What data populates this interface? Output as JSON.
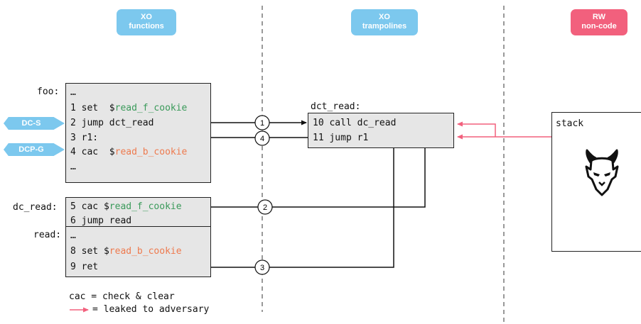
{
  "headers": {
    "xo_functions": {
      "line1": "XO",
      "line2": "functions"
    },
    "xo_trampolines": {
      "line1": "XO",
      "line2": "trampolines"
    },
    "rw_noncode": {
      "line1": "RW",
      "line2": "non-code"
    }
  },
  "foo": {
    "label": "foo:",
    "lines": {
      "l0": "…",
      "l1_prefix": "1 set  $",
      "l1_var": "read_f_cookie",
      "l2": "2 jump dct_read",
      "l3": "3 r1:",
      "l4_prefix": "4 cac  $",
      "l4_var": "read_b_cookie",
      "l5": "…"
    }
  },
  "tags": {
    "dcs": "DC-S",
    "dcpg": "DCP-G"
  },
  "dc_read": {
    "label": "dc_read:",
    "l1_prefix": "5 cac $",
    "l1_var": "read_f_cookie",
    "l2": "6 jump read"
  },
  "read": {
    "label": "read:",
    "l0": "…",
    "l1_prefix": "8 set $",
    "l1_var": "read_b_cookie",
    "l2": "9 ret"
  },
  "dct_read": {
    "label": "dct_read:",
    "l1": "10 call dc_read",
    "l2": "11 jump r1"
  },
  "stack": {
    "label": "stack"
  },
  "steps": [
    "1",
    "4",
    "2",
    "3"
  ],
  "legend": {
    "cac": "cac = check & clear",
    "leaked": "= leaked to adversary"
  },
  "colors": {
    "blue_badge": "#7cc8ee",
    "pink_badge": "#f2607d",
    "leak_arrow": "#f2607d",
    "box_fill": "#e6e6e6",
    "forward_cookie": "#3a9a5a",
    "backward_cookie": "#ee7a4e"
  }
}
